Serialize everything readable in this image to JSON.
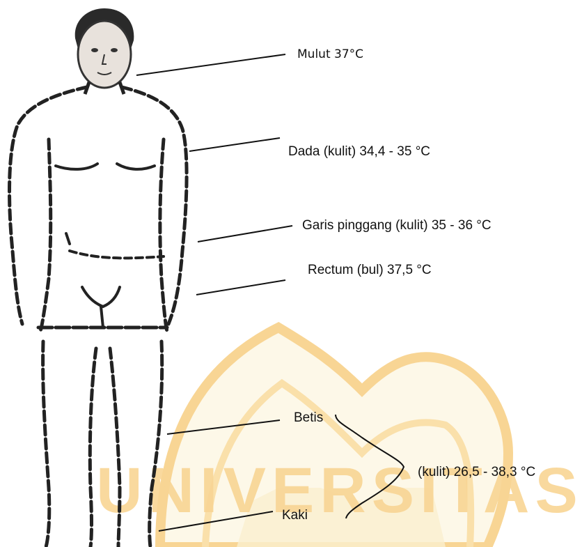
{
  "labels": {
    "mulut": "Mulut 37°C",
    "dada": "Dada (kulit) 34,4 - 35 °C",
    "garis": "Garis pinggang (kulit) 35 - 36 °C",
    "rectum": "Rectum (bul) 37,5 °C",
    "betis": "Betis",
    "kaki": "Kaki",
    "kulit_range": "(kulit) 26,5 - 38,3 °C"
  },
  "watermark": {
    "text": "UNIVERSITAS",
    "color": "#f3b33d"
  },
  "colors": {
    "ink": "#111111",
    "figure": "#222222",
    "watermark": "#f3b33d",
    "watermark_light": "#f8e3a8"
  }
}
